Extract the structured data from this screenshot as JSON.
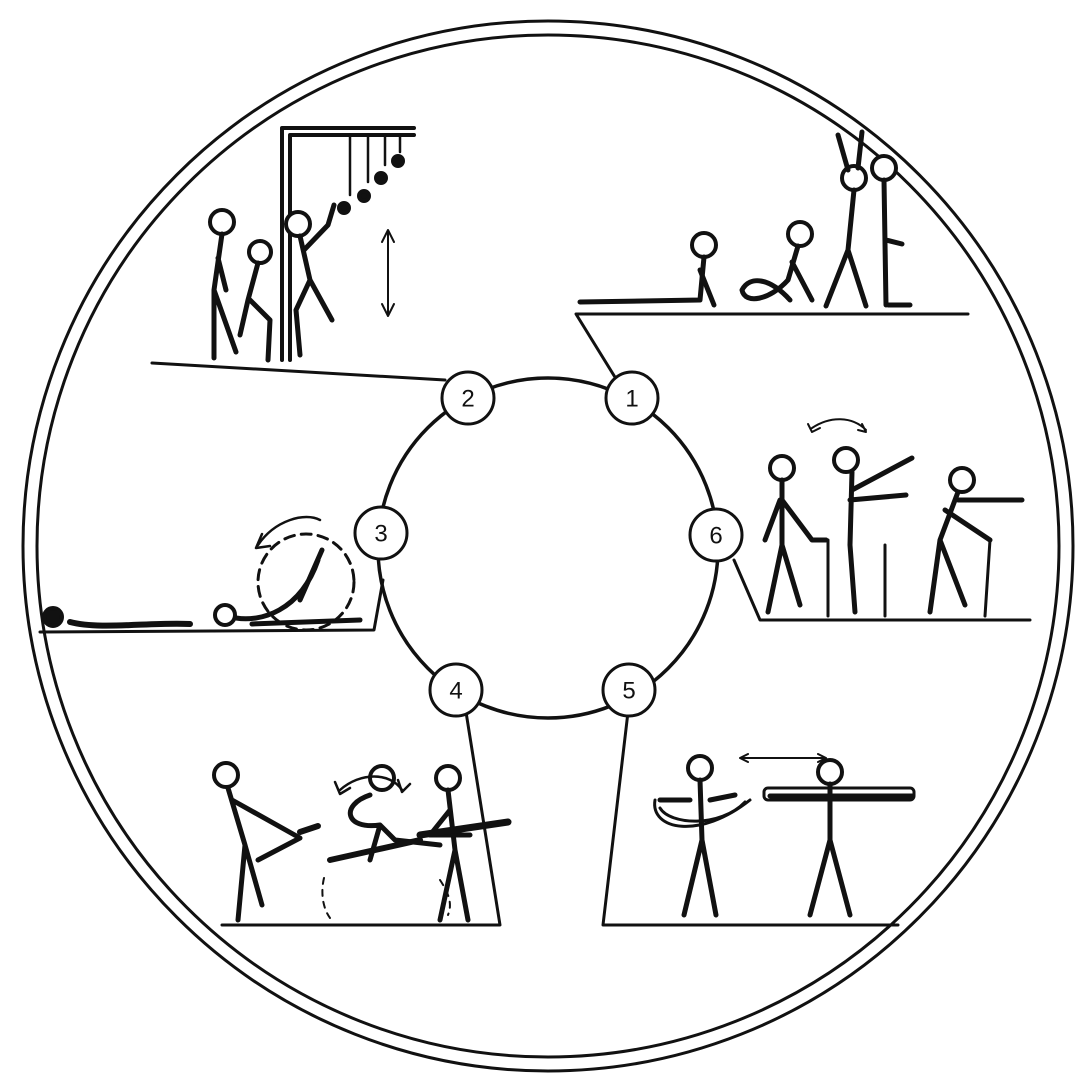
{
  "stations": [
    {
      "number": "1"
    },
    {
      "number": "2"
    },
    {
      "number": "3"
    },
    {
      "number": "4"
    },
    {
      "number": "5"
    },
    {
      "number": "6"
    }
  ],
  "colors": {
    "ink": "#111111",
    "paper": "#ffffff"
  }
}
